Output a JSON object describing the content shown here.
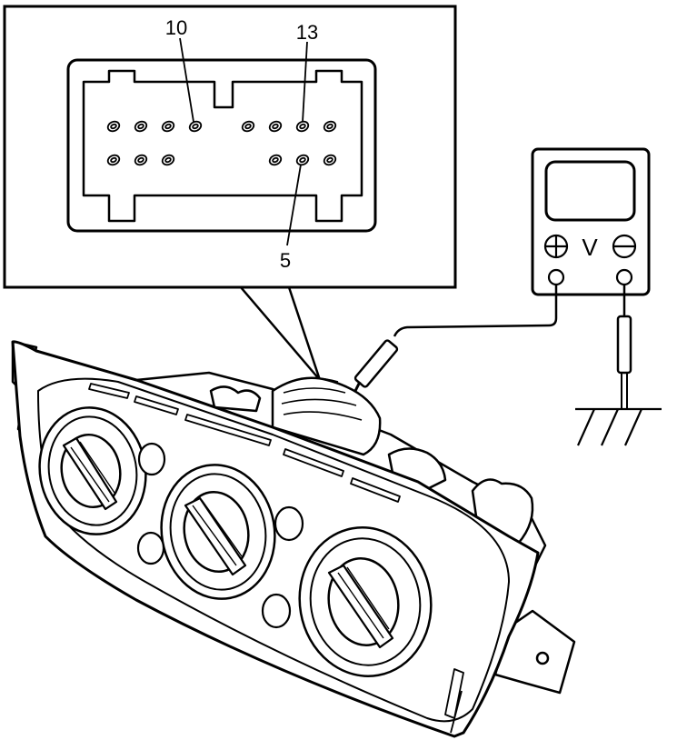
{
  "connector_view": {
    "pin_labels": {
      "pin_10": "10",
      "pin_13": "13",
      "pin_5": "5"
    }
  },
  "voltmeter": {
    "unit_label": "V",
    "positive_terminal_icon": "plus-circle-icon",
    "negative_terminal_icon": "minus-circle-icon"
  },
  "ground_symbol": "ground-icon",
  "colors": {
    "line": "#000000",
    "background": "#ffffff"
  }
}
